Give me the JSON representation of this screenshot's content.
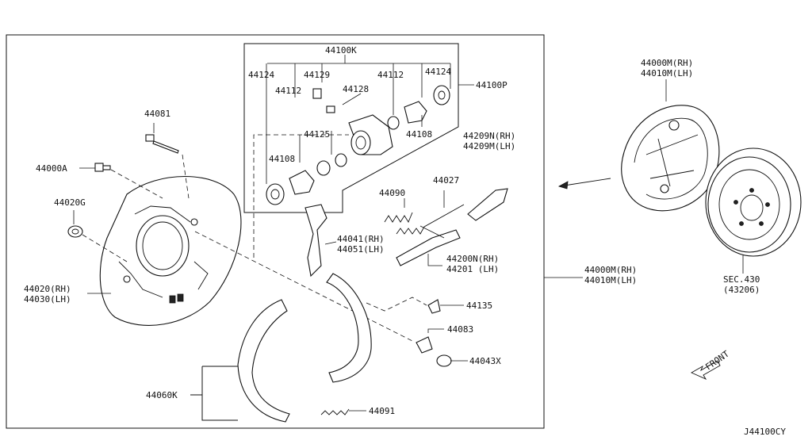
{
  "diagram_id": "J44100CY",
  "direction_label": "FRONT",
  "labels": {
    "k44100K": "44100K",
    "k44124a": "44124",
    "k44129": "44129",
    "k44112a": "44112",
    "k44124b": "44124",
    "k44100P": "44100P",
    "k44112b": "44112",
    "k44128": "44128",
    "k44125": "44125",
    "k44108a": "44108",
    "k44108b": "44108",
    "k44081": "44081",
    "k44000A": "44000A",
    "k44020G": "44020G",
    "k44020": "44020(RH)",
    "k44030": "44030(LH)",
    "k44209N": "44209N(RH)",
    "k44209M": "44209M(LH)",
    "k44027": "44027",
    "k44090": "44090",
    "k44041": "44041(RH)",
    "k44051": "44051(LH)",
    "k44200N": "44200N(RH)",
    "k44201": "44201  (LH)",
    "k44135": "44135",
    "k44083": "44083",
    "k44043X": "44043X",
    "k44060K": "44060K",
    "k44091": "44091",
    "k44000M_top": "44000M(RH)",
    "k44010M_top": "44010M(LH)",
    "k44000M_mid": "44000M(RH)",
    "k44010M_mid": "44010M(LH)",
    "ksec430": "SEC.430",
    "k43206": "(43206)"
  }
}
